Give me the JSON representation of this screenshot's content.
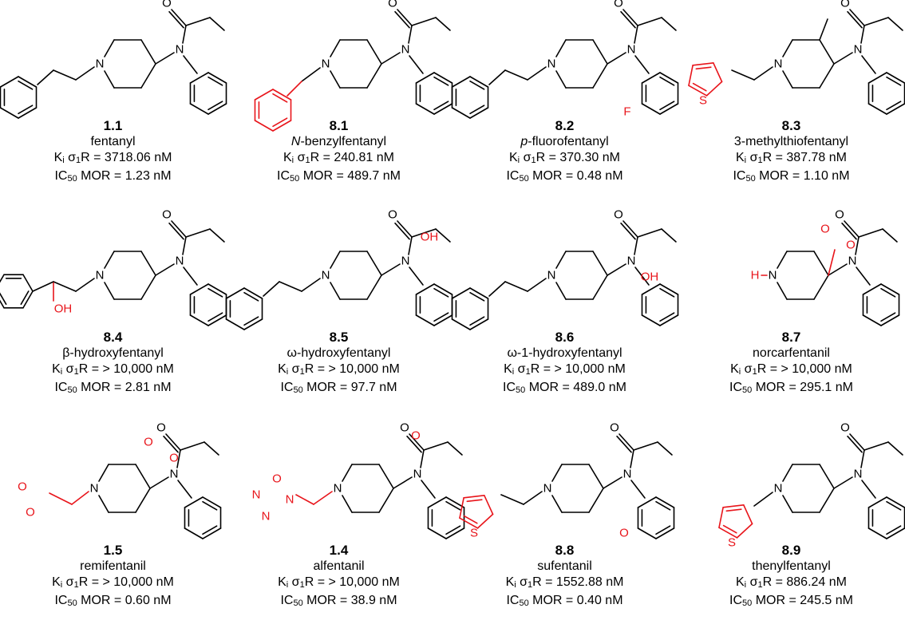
{
  "compounds": [
    {
      "id": "1.1",
      "prefix": "",
      "name": "fentanyl",
      "ki": "3718.06 nM",
      "ic": "1.23 nM"
    },
    {
      "id": "8.1",
      "prefix": "N",
      "name": "-benzylfentanyl",
      "ki": "240.81 nM",
      "ic": "489.7 nM"
    },
    {
      "id": "8.2",
      "prefix": "p",
      "name": "-fluorofentanyl",
      "ki": "370.30 nM",
      "ic": "0.48 nM"
    },
    {
      "id": "8.3",
      "prefix": "",
      "name": "3-methylthiofentanyl",
      "ki": "387.78 nM",
      "ic": "1.10 nM"
    },
    {
      "id": "8.4",
      "prefix": "",
      "name": "β-hydroxyfentanyl",
      "ki": "> 10,000 nM",
      "ic": "2.81 nM"
    },
    {
      "id": "8.5",
      "prefix": "",
      "name": "ω-hydroxyfentanyl",
      "ki": "> 10,000 nM",
      "ic": "97.7 nM"
    },
    {
      "id": "8.6",
      "prefix": "",
      "name": "ω-1-hydroxyfentanyl",
      "ki": "> 10,000 nM",
      "ic": "489.0 nM"
    },
    {
      "id": "8.7",
      "prefix": "",
      "name": "norcarfentanil",
      "ki": "> 10,000 nM",
      "ic": "295.1 nM"
    },
    {
      "id": "1.5",
      "prefix": "",
      "name": "remifentanil",
      "ki": "> 10,000 nM",
      "ic": "0.60 nM"
    },
    {
      "id": "1.4",
      "prefix": "",
      "name": "alfentanil",
      "ki": "> 10,000 nM",
      "ic": "38.9 nM"
    },
    {
      "id": "8.8",
      "prefix": "",
      "name": "sufentanil",
      "ki": "1552.88 nM",
      "ic": "0.40 nM"
    },
    {
      "id": "8.9",
      "prefix": "",
      "name": "thenylfentanyl",
      "ki": "886.24 nM",
      "ic": "245.5 nM"
    }
  ],
  "labels": {
    "ki_prefix": "K",
    "ki_sub": "i",
    "sigma": "σ",
    "sigma_sub": "1",
    "sigma_r": "R = ",
    "ic_prefix": "IC",
    "ic_sub": "50",
    "mor": " MOR = ",
    "atom_N": "N",
    "atom_O": "O",
    "atom_S": "S",
    "atom_F": "F",
    "atom_OH": "OH",
    "atom_H": "H"
  },
  "colors": {
    "highlight": "#e8151b",
    "bond": "#000000"
  }
}
